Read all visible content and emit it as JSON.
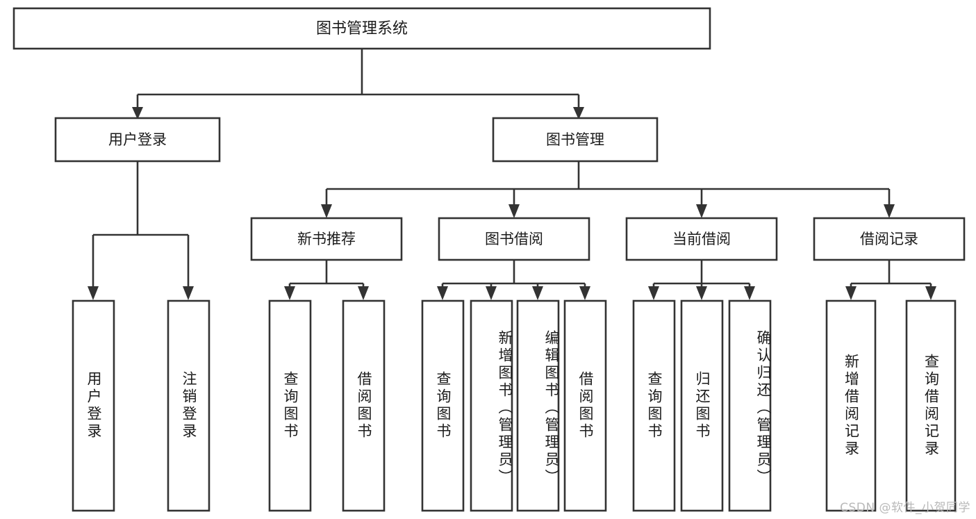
{
  "diagram": {
    "type": "tree-hierarchy-chart",
    "title": "图书管理系统",
    "orientation": "top-down",
    "box_fill": "#ffffff",
    "line_color": "#333333",
    "text_color": "#1b1b1b",
    "background": "#ffffff"
  },
  "root": {
    "label": "图书管理系统"
  },
  "level2": [
    {
      "label": "用户登录"
    },
    {
      "label": "图书管理"
    }
  ],
  "level3": [
    {
      "label": "新书推荐"
    },
    {
      "label": "图书借阅"
    },
    {
      "label": "当前借阅"
    },
    {
      "label": "借阅记录"
    }
  ],
  "leaves": {
    "user_login": [
      {
        "label": "用户登录"
      },
      {
        "label": "注销登录"
      }
    ],
    "new_book_recommend": [
      {
        "label": "查询图书"
      },
      {
        "label": "借阅图书"
      }
    ],
    "book_borrow": [
      {
        "label": "查询图书"
      },
      {
        "label": "新增图书（管理员）"
      },
      {
        "label": "编辑图书（管理员）"
      },
      {
        "label": "借阅图书"
      }
    ],
    "current_borrow": [
      {
        "label": "查询图书"
      },
      {
        "label": "归还图书"
      },
      {
        "label": "确认归还（管理员）"
      }
    ],
    "borrow_record": [
      {
        "label": "新增借阅记录"
      },
      {
        "label": "查询借阅记录"
      }
    ]
  },
  "watermark": {
    "text": "CSDN @软件_小贺同学"
  }
}
